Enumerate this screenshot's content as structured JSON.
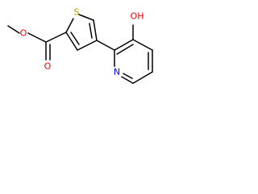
{
  "molecule": {
    "atoms": {
      "o_carbonyl": {
        "symbol": "O",
        "color": "#ff0000"
      },
      "o_ester": {
        "symbol": "O",
        "color": "#ff0000"
      },
      "s_thiophene": {
        "symbol": "S",
        "color": "#b8a000"
      },
      "o_hydroxyl": {
        "symbol": "OH",
        "color": "#ff0000"
      },
      "n_pyridine": {
        "symbol": "N",
        "color": "#0000ff"
      }
    },
    "bond_color": "#000000"
  }
}
